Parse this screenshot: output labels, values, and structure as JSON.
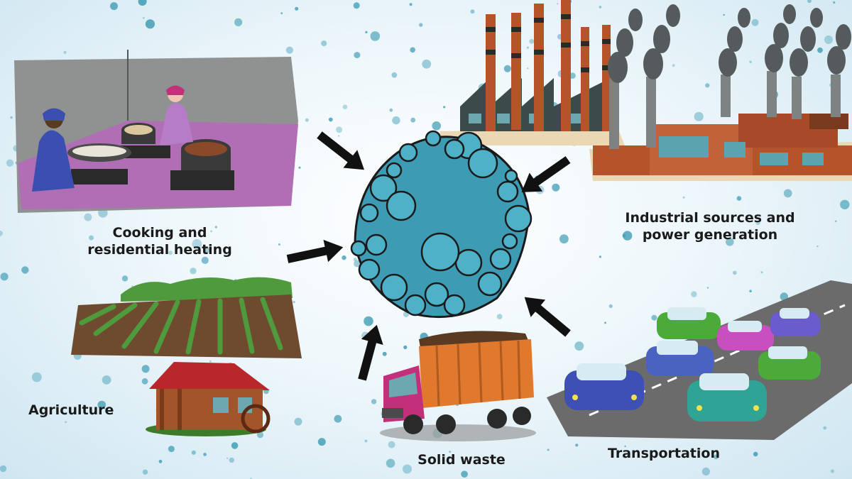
{
  "labels": {
    "cooking": "Cooking and\nresidential heating",
    "industrial": "Industrial sources and\npower generation",
    "agriculture": "Agriculture",
    "solid_waste": "Solid waste",
    "transportation": "Transportation"
  },
  "colors": {
    "particle": "#3d9bb3",
    "particle_dark": "#1f6e84",
    "arrow": "#111111",
    "brick": "#b5542b",
    "smoke": "#555a5c",
    "floor": "#b06fb5",
    "wall": "#8f9290",
    "road": "#6b6b6b",
    "soil": "#6e4a2f",
    "crop": "#4e9a3c",
    "truck_cab": "#c2307a",
    "truck_bin": "#e0792e"
  }
}
